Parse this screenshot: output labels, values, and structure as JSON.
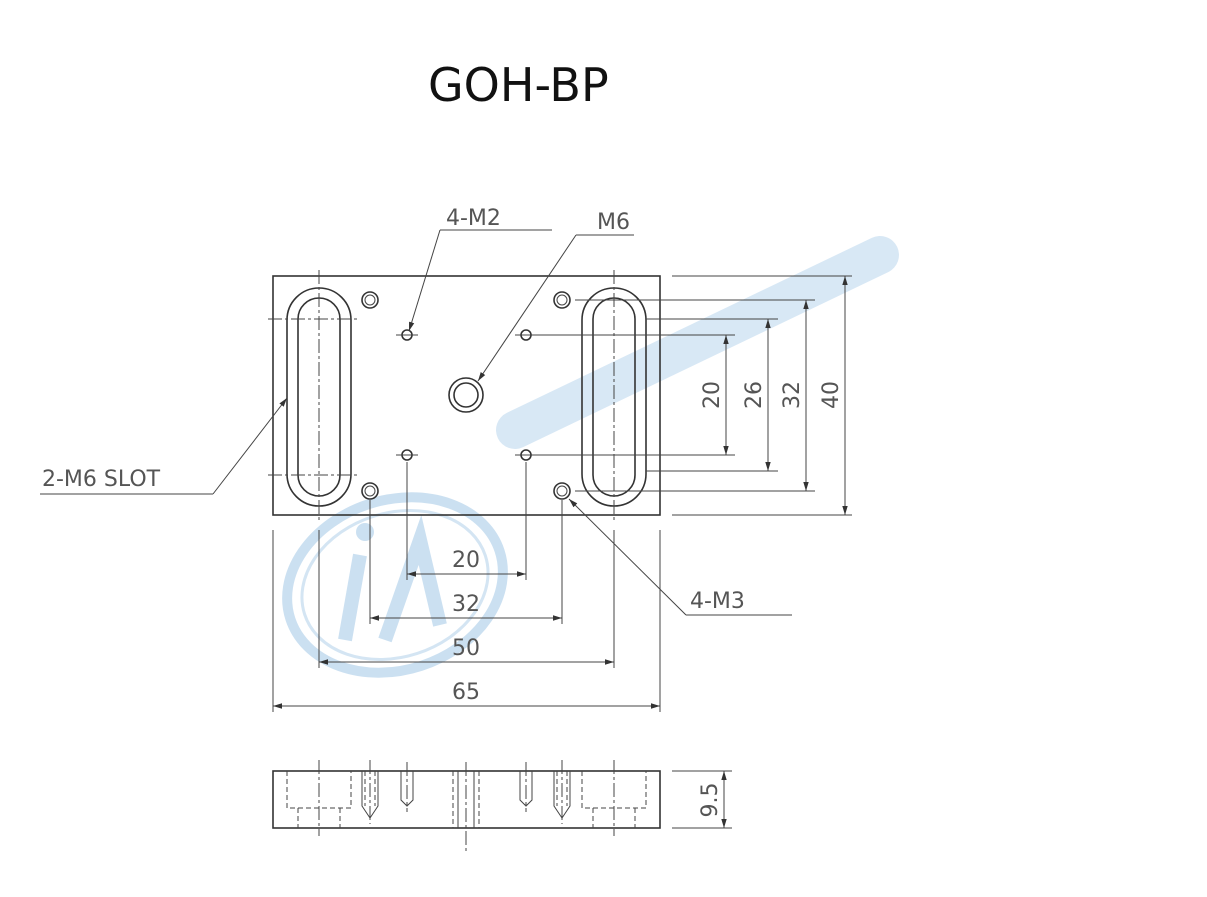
{
  "title": "GOH-BP",
  "callouts": {
    "m2": "4-M2",
    "m6": "M6",
    "slot": "2-M6  SLOT",
    "m3": "4-M3"
  },
  "dimensions": {
    "h20": "20",
    "h32": "32",
    "h50": "50",
    "h65": "65",
    "v20": "20",
    "v26": "26",
    "v32": "32",
    "v40": "40",
    "thickness": "9.5"
  },
  "colors": {
    "line": "#333333",
    "text": "#555555",
    "watermark": "#a9cbe8"
  }
}
